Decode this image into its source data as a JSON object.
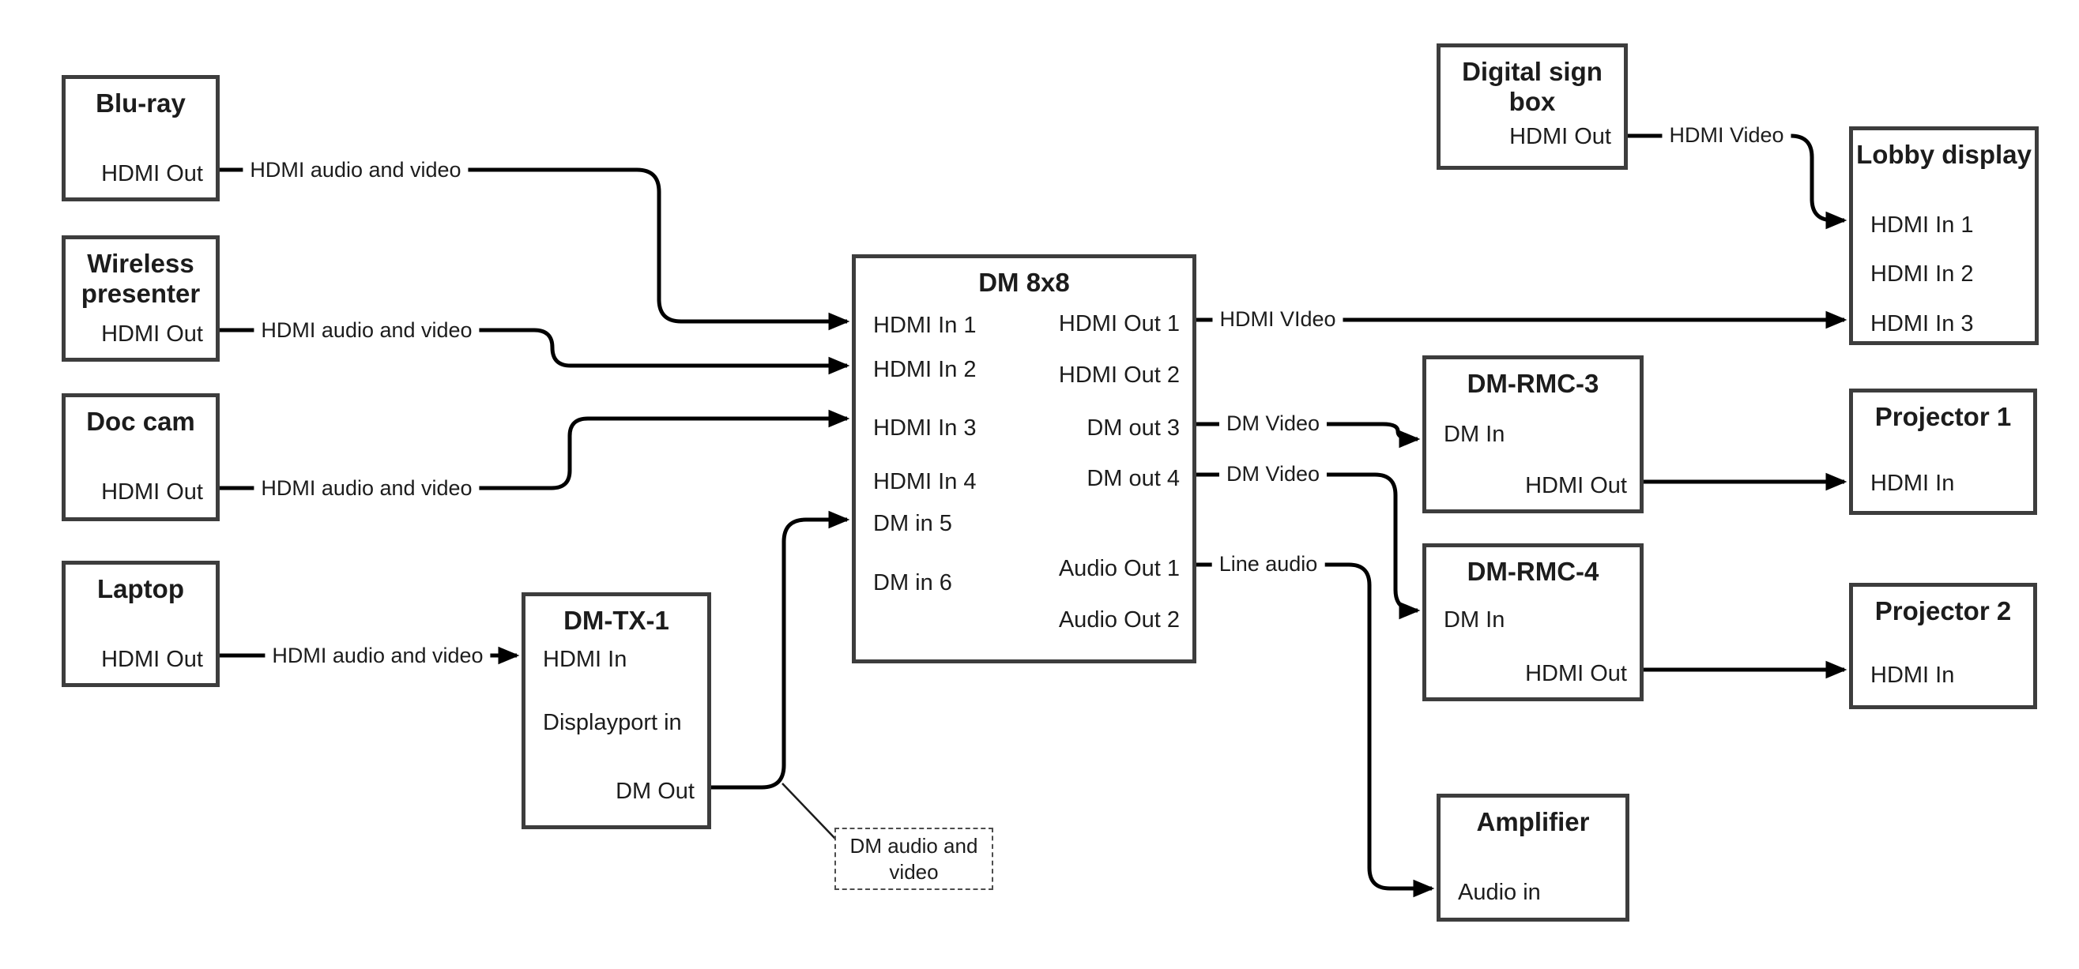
{
  "nodes": {
    "bluray": {
      "title": "Blu-ray",
      "port_hdmi_out": "HDMI Out"
    },
    "wireless_presenter": {
      "title": "Wireless presenter",
      "port_hdmi_out": "HDMI Out"
    },
    "doc_cam": {
      "title": "Doc cam",
      "port_hdmi_out": "HDMI Out"
    },
    "laptop": {
      "title": "Laptop",
      "port_hdmi_out": "HDMI Out"
    },
    "dm_tx_1": {
      "title": "DM-TX-1",
      "port_hdmi_in": "HDMI In",
      "port_displayport_in": "Displayport in",
      "port_dm_out": "DM Out"
    },
    "dm_8x8": {
      "title": "DM 8x8",
      "inputs": [
        "HDMI In 1",
        "HDMI In 2",
        "HDMI In 3",
        "HDMI In 4",
        "DM in 5",
        "DM in 6"
      ],
      "outputs": [
        "HDMI Out 1",
        "HDMI Out 2",
        "DM out 3",
        "DM out 4",
        "Audio Out 1",
        "Audio Out 2"
      ]
    },
    "digital_sign_box": {
      "title": "Digital sign box",
      "port_hdmi_out": "HDMI Out"
    },
    "lobby_display": {
      "title": "Lobby display",
      "inputs": [
        "HDMI In 1",
        "HDMI In 2",
        "HDMI In 3"
      ]
    },
    "dm_rmc_3": {
      "title": "DM-RMC-3",
      "port_dm_in": "DM In",
      "port_hdmi_out": "HDMI Out"
    },
    "projector_1": {
      "title": "Projector 1",
      "port_hdmi_in": "HDMI In"
    },
    "dm_rmc_4": {
      "title": "DM-RMC-4",
      "port_dm_in": "DM In",
      "port_hdmi_out": "HDMI Out"
    },
    "projector_2": {
      "title": "Projector 2",
      "port_hdmi_in": "HDMI In"
    },
    "amplifier": {
      "title": "Amplifier",
      "port_audio_in": "Audio in"
    }
  },
  "edge_labels": {
    "from_bluray": "HDMI audio and video",
    "from_wireless_presenter": "HDMI audio and video",
    "from_doc_cam": "HDMI audio and video",
    "from_laptop": "HDMI audio and video",
    "hdmi_out_1": "HDMI VIdeo",
    "dm_out_3": "DM Video",
    "dm_out_4": "DM Video",
    "audio_out_1": "Line audio",
    "from_digital_sign_box": "HDMI Video"
  },
  "callout": {
    "label": "DM audio and video"
  },
  "colors": {
    "connector": "#000000",
    "box_border": "#3d3d3d",
    "text": "#1c1c1c",
    "callout_border": "#4d4d4d",
    "background": "#ffffff"
  }
}
